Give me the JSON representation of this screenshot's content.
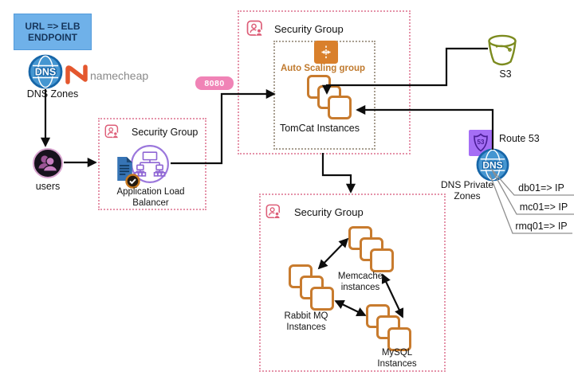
{
  "colors": {
    "endpoint_box_bg": "#6FB1E9",
    "endpoint_text": "#16365C",
    "dns_globe_blue": "#4596D1",
    "namecheap_orange": "#E4572E",
    "namecheap_gray": "#8A8A8A",
    "users_plum": "#C77FC0",
    "security_group_pink": "#DD5E78",
    "sg_border_pink": "#E593A9",
    "alb_purple": "#8F66D4",
    "document_blue": "#3674B5",
    "instance_orange": "#C87B2E",
    "autoscaling_orange": "#D9802C",
    "s3_olive": "#7C8B1F",
    "route53_purple": "#A56EF5",
    "port_badge_pink": "#F083B6",
    "arrow_black": "#0D0D0D",
    "leader_gray": "#8F8F8F"
  },
  "endpoint_note": {
    "text": "URL => ELB ENDPOINT"
  },
  "registrar": {
    "dns_icon_text": "DNS",
    "name": "namecheap",
    "label": "DNS Zones"
  },
  "users": {
    "label": "users"
  },
  "alb_sg": {
    "title": "Security Group",
    "alb_label": "Application Load Balancer"
  },
  "port_badge": {
    "text": "8080"
  },
  "app_sg": {
    "title": "Security Group",
    "asg_label": "Auto Scaling group",
    "tomcat_label": "TomCat Instances"
  },
  "s3": {
    "label": "S3"
  },
  "route53": {
    "label": "Route 53",
    "badge_text": "53"
  },
  "private_dns": {
    "dns_icon_text": "DNS",
    "label": "DNS Private Zones",
    "records": [
      "db01=> IP",
      "mc01=> IP",
      "rmq01=> IP"
    ]
  },
  "data_sg": {
    "title": "Security Group",
    "rabbitmq_label": "Rabbit MQ Instances",
    "memcache_label": "Memcache instances",
    "mysql_label": "MySQL Instances"
  }
}
